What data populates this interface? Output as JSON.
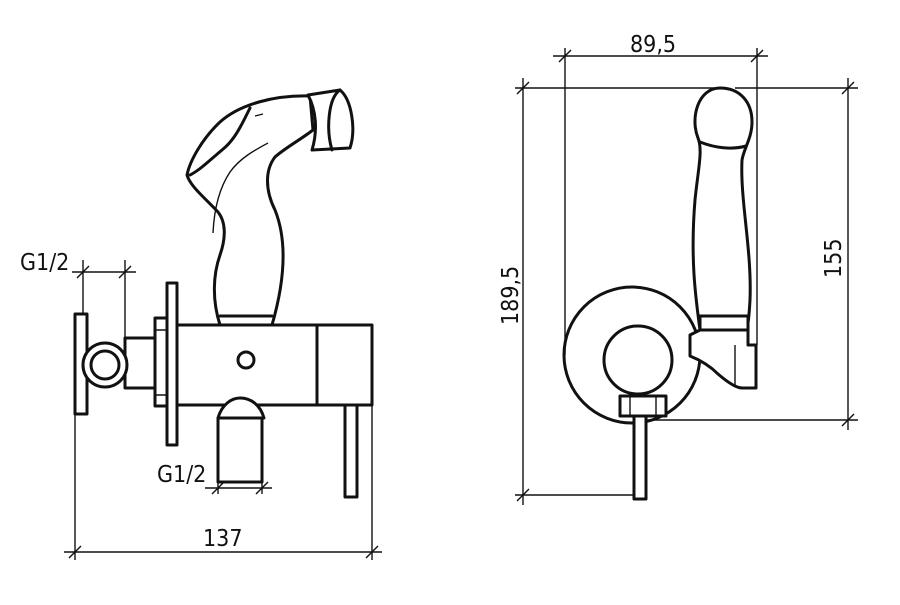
{
  "drawing": {
    "side_view": {
      "label_top_thread": "G1/2",
      "label_bottom_thread": "G1/2",
      "dim_total_width": "137"
    },
    "front_view": {
      "dim_width": "89,5",
      "dim_total_height": "189,5",
      "dim_handle_height": "155"
    }
  }
}
